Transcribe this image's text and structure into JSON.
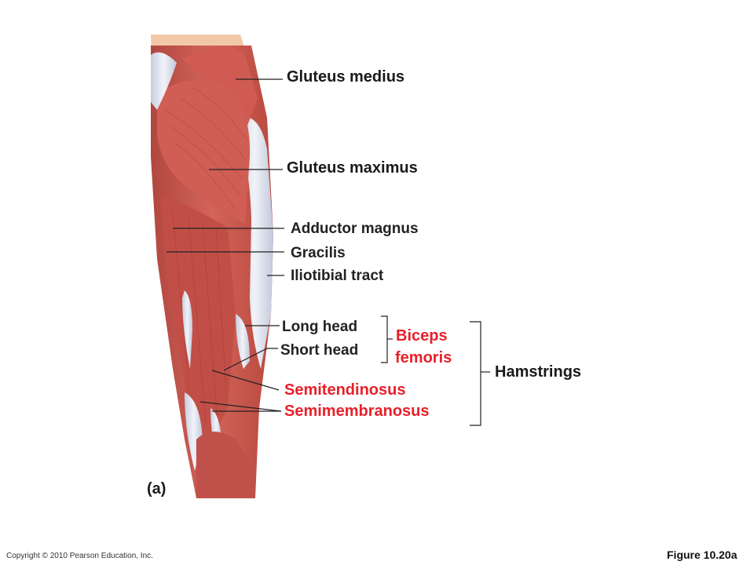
{
  "labels": {
    "gluteus_medius": "Gluteus medius",
    "gluteus_maximus": "Gluteus maximus",
    "adductor_magnus": "Adductor magnus",
    "gracilis": "Gracilis",
    "iliotibial_tract": "Iliotibial tract",
    "long_head": "Long head",
    "short_head": "Short head",
    "biceps": "Biceps",
    "femoris": "femoris",
    "semitendinosus": "Semitendinosus",
    "semimembranosus": "Semimembranosus",
    "hamstrings": "Hamstrings",
    "panel": "(a)"
  },
  "footer": {
    "copyright": "Copyright © 2010 Pearson Education, Inc.",
    "figure": "Figure 10.20a"
  },
  "colors": {
    "muscle": "#c8544c",
    "muscle_dark": "#a83f3a",
    "tendon": "#dfe3ef",
    "highlight_text": "#e8202a"
  }
}
